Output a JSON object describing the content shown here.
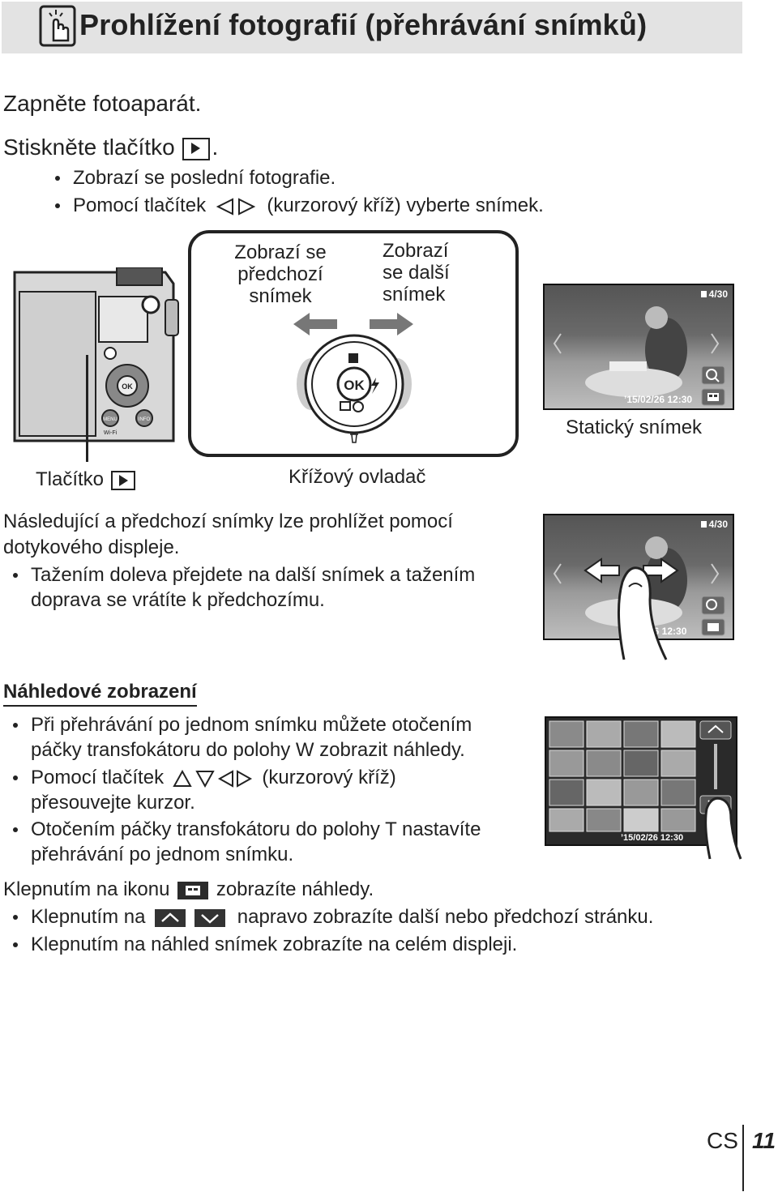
{
  "header": {
    "title": "Prohlížení fotografií (přehrávání snímků)",
    "icon": "touch-hand-icon"
  },
  "steps": {
    "step1": "Zapněte fotoaparát.",
    "step2_prefix": "Stiskněte tlačítko",
    "step2_suffix": ".",
    "bullets": [
      "Zobrazí se poslední fotografie.",
      "Pomocí tlačítek",
      "(kurzorový kříž) vyberte snímek."
    ]
  },
  "diagram": {
    "prev_label_line1": "Zobrazí se",
    "prev_label_line2": "předchozí",
    "prev_label_line3": "snímek",
    "next_label_line1": "Zobrazí",
    "next_label_line2": "se další",
    "next_label_line3": "snímek",
    "ok_label": "OK",
    "still_image_caption": "Statický snímek",
    "button_caption": "Tlačítko",
    "dial_caption": "Křížový ovladač",
    "camera_menu": "MENU",
    "camera_info": "INFO",
    "camera_wifi": "Wi-Fi",
    "camera_ok": "OK"
  },
  "photo1": {
    "counter": "4/30",
    "datetime": "’15/02/26  12:30"
  },
  "touch_section": {
    "line1": "Následující a předchozí snímky lze prohlížet pomocí",
    "line2": "dotykového displeje.",
    "bullet_line1": "Tažením doleva přejdete na další snímek a tažením",
    "bullet_line2": "doprava se vrátíte k předchozímu."
  },
  "photo2": {
    "counter": "4/30",
    "datetime": "26  12:30"
  },
  "index_section": {
    "title": "Náhledové zobrazení",
    "b1_line1": "Při přehrávání po jednom snímku můžete otočením",
    "b1_line2": "páčky transfokátoru do polohy W zobrazit náhledy.",
    "b2_prefix": "Pomocí tlačítek",
    "b2_suffix": "(kurzorový kříž)",
    "b2_line2": "přesouvejte kurzor.",
    "b3_line1": "Otočením páčky transfokátoru do polohy T nastavíte",
    "b3_line2": "přehrávání po jednom snímku.",
    "tap_prefix": "Klepnutím na ikonu",
    "tap_suffix": "zobrazíte náhledy.",
    "tap_b1_prefix": "Klepnutím na",
    "tap_b1_suffix": "napravo zobrazíte další nebo předchozí stránku.",
    "tap_b2": "Klepnutím na náhled snímek zobrazíte na celém displeji.",
    "thumb_datetime": "’15/02/26  12:30"
  },
  "footer": {
    "lang": "CS",
    "page": "11"
  }
}
